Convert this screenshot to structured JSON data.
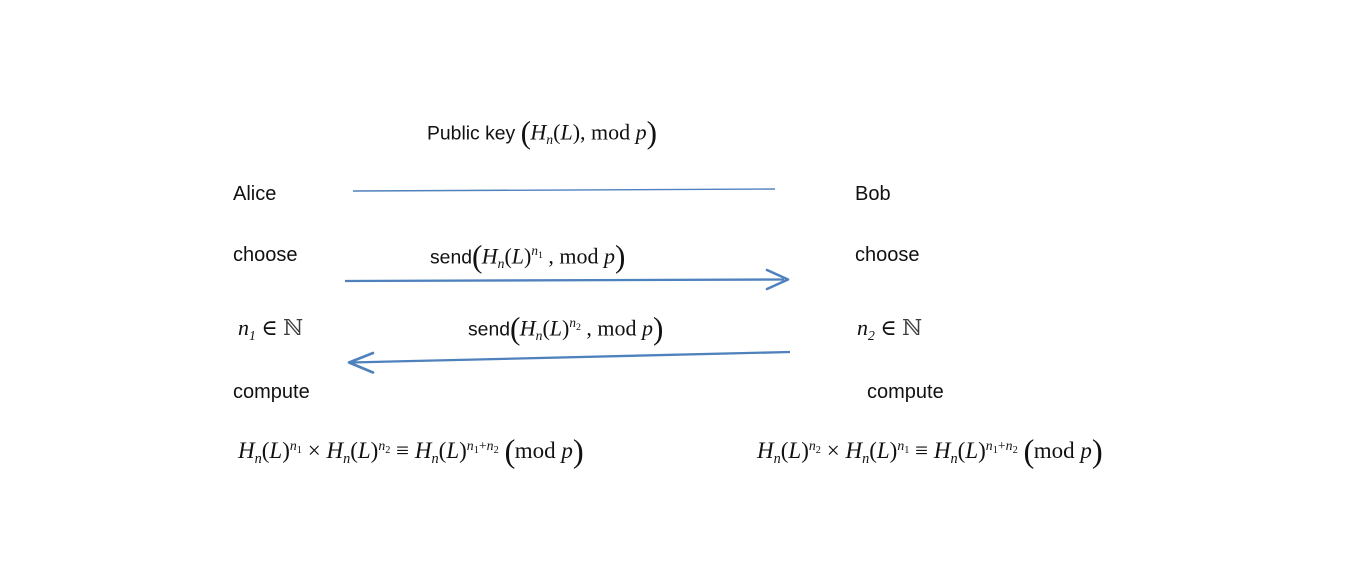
{
  "background": "#ffffff",
  "colors": {
    "arrow": "#4f81bd",
    "text": "#111111"
  },
  "labels": {
    "alice": "Alice",
    "bob": "Bob",
    "choose_left": "choose",
    "choose_right": "choose",
    "compute_left": "compute",
    "compute_right": "compute"
  },
  "arrows": {
    "public_line": {
      "from": "Alice",
      "to": "Bob",
      "kind": "plain-line"
    },
    "send_right": {
      "from": "Alice",
      "to": "Bob",
      "kind": "arrow-right"
    },
    "send_left": {
      "from": "Bob",
      "to": "Alice",
      "kind": "arrow-left"
    }
  },
  "math": {
    "title": [
      {
        "k": "sans",
        "v": "Public key "
      },
      {
        "k": "big",
        "v": "("
      },
      {
        "k": "it",
        "v": "H"
      },
      {
        "k": "sub",
        "v": "n"
      },
      {
        "k": "rm",
        "v": "("
      },
      {
        "k": "it",
        "v": "L"
      },
      {
        "k": "rm",
        "v": ")"
      },
      {
        "k": "rm",
        "v": ", "
      },
      {
        "k": "rm",
        "v": "mod "
      },
      {
        "k": "it",
        "v": "p"
      },
      {
        "k": "big",
        "v": ")"
      }
    ],
    "send_to_bob": [
      {
        "k": "sans",
        "v": "send"
      },
      {
        "k": "big",
        "v": "("
      },
      {
        "k": "it",
        "v": "H"
      },
      {
        "k": "sub",
        "v": "n"
      },
      {
        "k": "rm",
        "v": "("
      },
      {
        "k": "it",
        "v": "L"
      },
      {
        "k": "rm",
        "v": ")"
      },
      {
        "k": "exp",
        "v": [
          [
            "n",
            "1"
          ]
        ]
      },
      {
        "k": "rm",
        "v": " , "
      },
      {
        "k": "rm",
        "v": "mod "
      },
      {
        "k": "it",
        "v": "p"
      },
      {
        "k": "big",
        "v": ")"
      }
    ],
    "send_to_alice": [
      {
        "k": "sans",
        "v": "send"
      },
      {
        "k": "big",
        "v": "("
      },
      {
        "k": "it",
        "v": "H"
      },
      {
        "k": "sub",
        "v": "n"
      },
      {
        "k": "rm",
        "v": "("
      },
      {
        "k": "it",
        "v": "L"
      },
      {
        "k": "rm",
        "v": ")"
      },
      {
        "k": "exp",
        "v": [
          [
            "n",
            "2"
          ]
        ]
      },
      {
        "k": "rm",
        "v": " , "
      },
      {
        "k": "rm",
        "v": "mod "
      },
      {
        "k": "it",
        "v": "p"
      },
      {
        "k": "big",
        "v": ")"
      }
    ],
    "n1_in_N": [
      {
        "k": "it",
        "v": "n"
      },
      {
        "k": "sub",
        "v": "1"
      },
      {
        "k": "rm",
        "v": " ∈ "
      },
      {
        "k": "bb",
        "v": "ℕ"
      }
    ],
    "n2_in_N": [
      {
        "k": "it",
        "v": "n"
      },
      {
        "k": "sub",
        "v": "2"
      },
      {
        "k": "rm",
        "v": " ∈ "
      },
      {
        "k": "bb",
        "v": "ℕ"
      }
    ],
    "result_alice": [
      {
        "k": "it",
        "v": "H"
      },
      {
        "k": "sub",
        "v": "n"
      },
      {
        "k": "rm",
        "v": "("
      },
      {
        "k": "it",
        "v": "L"
      },
      {
        "k": "rm",
        "v": ")"
      },
      {
        "k": "exp",
        "v": [
          [
            "n",
            "1"
          ]
        ]
      },
      {
        "k": "rm",
        "v": " × "
      },
      {
        "k": "it",
        "v": "H"
      },
      {
        "k": "sub",
        "v": "n"
      },
      {
        "k": "rm",
        "v": "("
      },
      {
        "k": "it",
        "v": "L"
      },
      {
        "k": "rm",
        "v": ")"
      },
      {
        "k": "exp",
        "v": [
          [
            "n",
            "2"
          ]
        ]
      },
      {
        "k": "rm",
        "v": " ≡ "
      },
      {
        "k": "it",
        "v": "H"
      },
      {
        "k": "sub",
        "v": "n"
      },
      {
        "k": "rm",
        "v": "("
      },
      {
        "k": "it",
        "v": "L"
      },
      {
        "k": "rm",
        "v": ")"
      },
      {
        "k": "exp",
        "v": [
          [
            "n",
            "1"
          ],
          [
            "+"
          ],
          [
            "n",
            "2"
          ]
        ]
      },
      {
        "k": "rm",
        "v": " "
      },
      {
        "k": "big",
        "v": "("
      },
      {
        "k": "rm",
        "v": "mod "
      },
      {
        "k": "it",
        "v": "p"
      },
      {
        "k": "big",
        "v": ")"
      }
    ],
    "result_bob": [
      {
        "k": "it",
        "v": "H"
      },
      {
        "k": "sub",
        "v": "n"
      },
      {
        "k": "rm",
        "v": "("
      },
      {
        "k": "it",
        "v": "L"
      },
      {
        "k": "rm",
        "v": ")"
      },
      {
        "k": "exp",
        "v": [
          [
            "n",
            "2"
          ]
        ]
      },
      {
        "k": "rm",
        "v": " × "
      },
      {
        "k": "it",
        "v": "H"
      },
      {
        "k": "sub",
        "v": "n"
      },
      {
        "k": "rm",
        "v": "("
      },
      {
        "k": "it",
        "v": "L"
      },
      {
        "k": "rm",
        "v": ")"
      },
      {
        "k": "exp",
        "v": [
          [
            "n",
            "1"
          ]
        ]
      },
      {
        "k": "rm",
        "v": " ≡ "
      },
      {
        "k": "it",
        "v": "H"
      },
      {
        "k": "sub",
        "v": "n"
      },
      {
        "k": "rm",
        "v": "("
      },
      {
        "k": "it",
        "v": "L"
      },
      {
        "k": "rm",
        "v": ")"
      },
      {
        "k": "exp",
        "v": [
          [
            "n",
            "1"
          ],
          [
            "+"
          ],
          [
            "n",
            "2"
          ]
        ]
      },
      {
        "k": "rm",
        "v": " "
      },
      {
        "k": "big",
        "v": "("
      },
      {
        "k": "rm",
        "v": "mod "
      },
      {
        "k": "it",
        "v": "p"
      },
      {
        "k": "big",
        "v": ")"
      }
    ]
  }
}
